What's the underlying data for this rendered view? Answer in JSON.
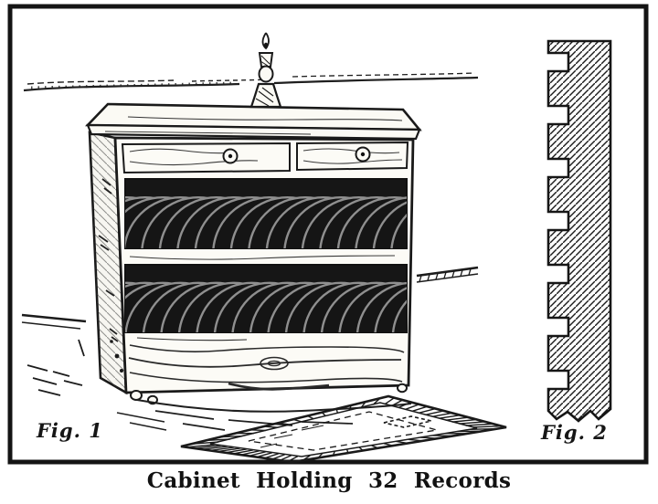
{
  "colors": {
    "ink": "#1a1a1a",
    "paper": "#ffffff"
  },
  "figure": {
    "fig1_label": "Fig. 1",
    "fig2_label": "Fig. 2",
    "caption": "Cabinet Holding 32 Records"
  }
}
